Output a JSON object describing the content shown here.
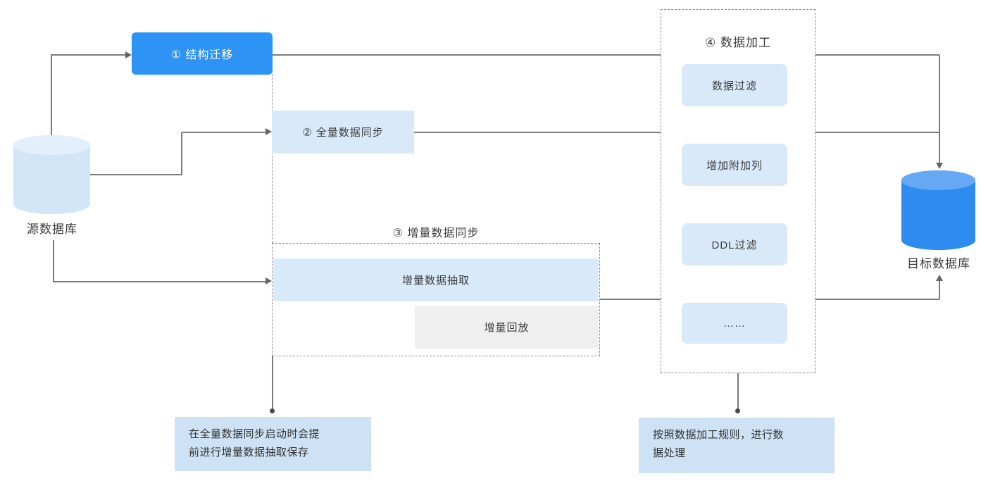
{
  "colors": {
    "accent_blue": "#2d93f5",
    "light_blue_fill": "#d8e9fa",
    "note_fill": "#cde2f4",
    "gray_fill": "#efefef",
    "source_db_body": "#d2e6f8",
    "source_db_top": "#e3f0fc",
    "target_db_body": "#2e8cf0",
    "target_db_top": "#65a9f5",
    "line_gray": "#7b7b7b"
  },
  "nodes": {
    "source_db": {
      "label": "源数据库"
    },
    "target_db": {
      "label": "目标数据库"
    },
    "structure_migration": {
      "label": "① 结构迁移"
    },
    "full_data_sync": {
      "label": "② 全量数据同步"
    },
    "incremental_sync": {
      "label": "③ 增量数据同步",
      "extract": "增量数据抽取",
      "replay": "增量回放"
    },
    "data_processing": {
      "label": "④ 数据加工",
      "items": [
        "数据过滤",
        "增加附加列",
        "DDL过滤",
        "……"
      ]
    }
  },
  "notes": {
    "incremental": {
      "line1": "在全量数据同步启动时会提",
      "line2": "前进行增量数据抽取保存"
    },
    "processing": {
      "line1": "按照数据加工规则，进行数",
      "line2": "据处理"
    }
  }
}
